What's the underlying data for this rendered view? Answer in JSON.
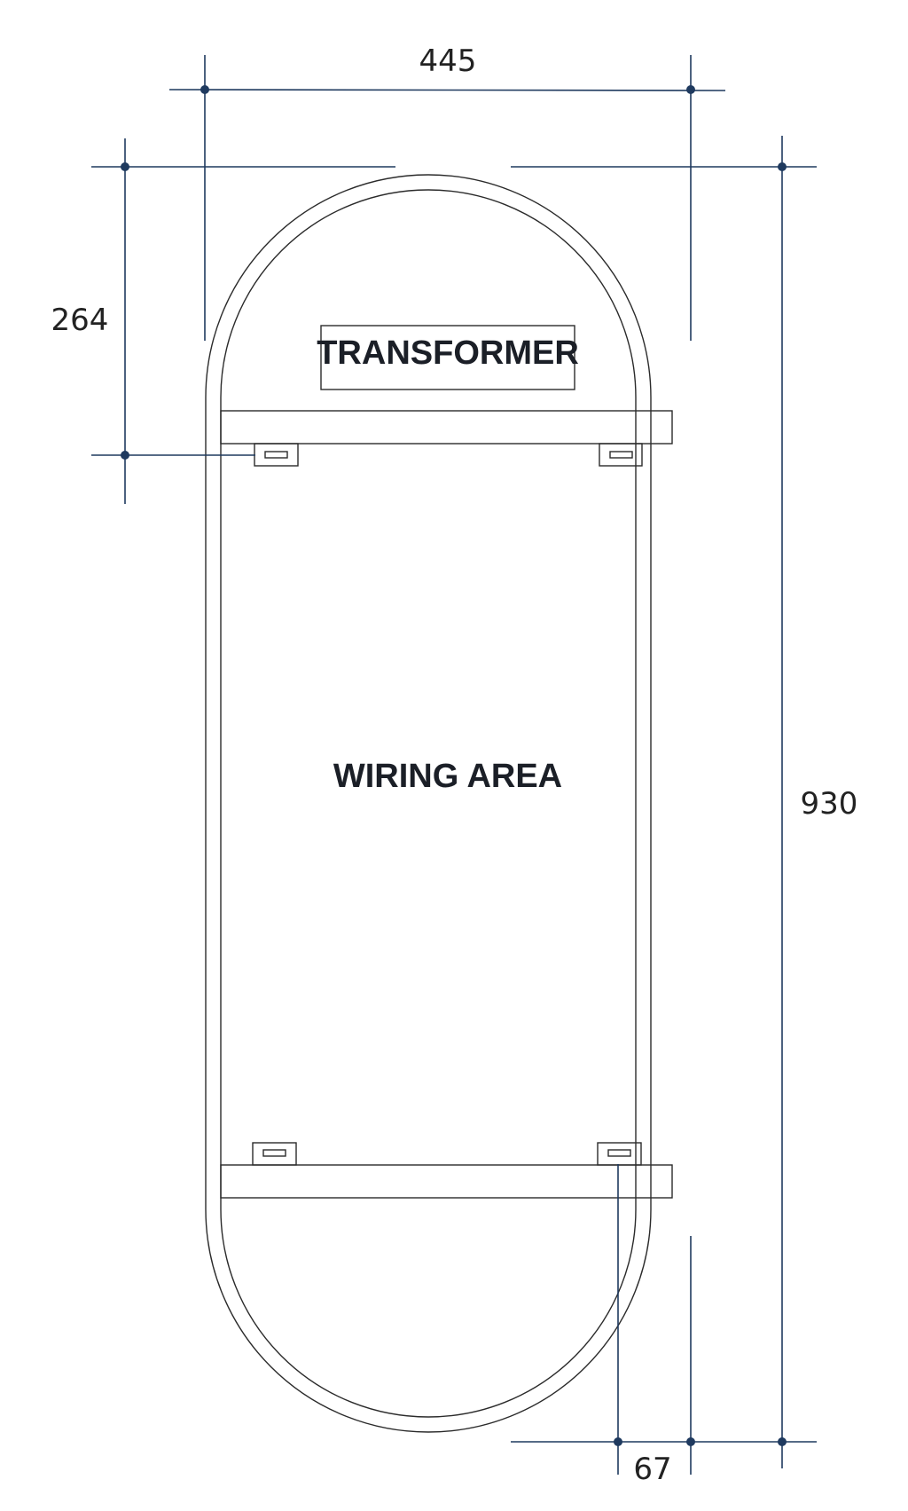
{
  "labels": {
    "transformer": "TRANSFORMER",
    "wiring_area": "WIRING AREA"
  },
  "dimensions": {
    "width": "445",
    "top_to_bracket": "264",
    "height": "930",
    "bottom_offset": "67"
  },
  "colors": {
    "dimension": "#1f3a5f",
    "outline": "#2b2b2b",
    "label": "#1b1f27"
  }
}
